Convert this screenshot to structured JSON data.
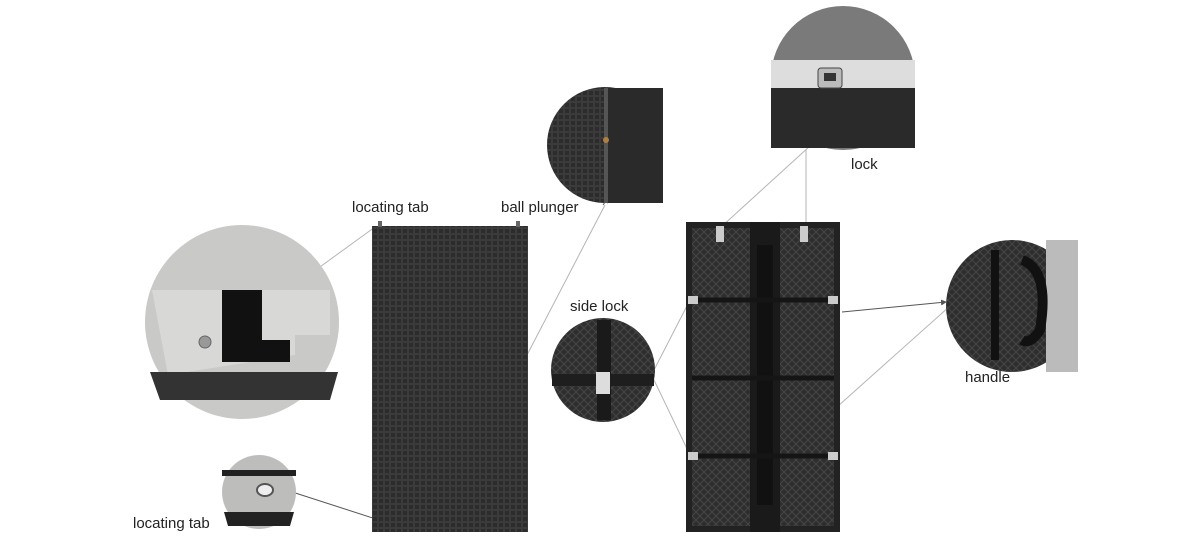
{
  "labels": {
    "locating_tab_top": "locating tab",
    "ball_plunger": "ball plunger",
    "side_lock": "side lock",
    "lock": "lock",
    "handle": "handle",
    "locating_tab_bottom": "locating tab"
  },
  "colors": {
    "panel_front": "#3a3a3a",
    "panel_back": "#2a2a2a",
    "leader_line": "#b0b0b0",
    "text": "#222222"
  }
}
